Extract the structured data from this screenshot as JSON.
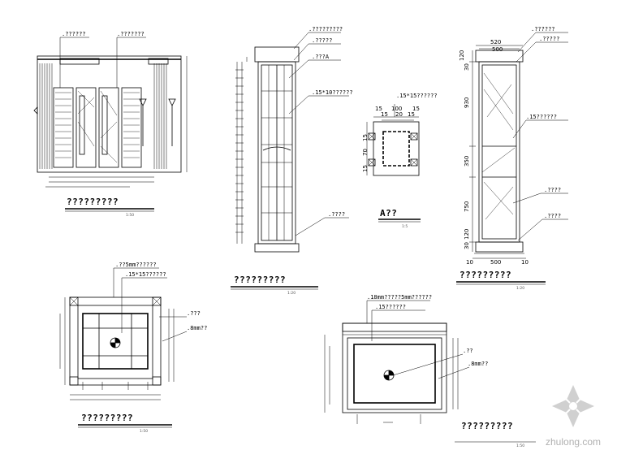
{
  "sheet": {
    "watermark": "zhulong.com"
  },
  "elev1": {
    "label_a": ".??????",
    "label_b": ".???????",
    "title": "?????????",
    "scale": "1:50"
  },
  "elev2": {
    "label_top": ".?????????",
    "label_2": ".?????",
    "label_3": ".???A",
    "label_4": ".15*10??????",
    "label_5": ".????",
    "title": "?????????",
    "scale": "1:20"
  },
  "detailA": {
    "label": ".15*15??????",
    "dims_top": [
      "15",
      "15",
      "100",
      "15",
      "20",
      "15"
    ],
    "dims_side": [
      "15",
      "70",
      "15"
    ],
    "title": "A??",
    "scale": "1:5"
  },
  "elev3": {
    "label_top": ".??????",
    "label_2": ".?????",
    "label_3": ".15??????",
    "label_4": ".????",
    "label_5": ".????",
    "dims_top": [
      "520",
      "500"
    ],
    "dims_side": [
      "120",
      "30",
      "930",
      "350",
      "750",
      "120",
      "30"
    ],
    "dims_bottom": [
      "10",
      "500",
      "10"
    ],
    "title": "?????????",
    "scale": "1:20"
  },
  "plan1": {
    "label_1": ".??5mm??????",
    "label_2": ".15*15??????",
    "label_3": ".???",
    "label_4": ".8mm??",
    "title": "?????????",
    "scale": "1:50"
  },
  "plan2": {
    "label_1": ".18mm?????5mm??????",
    "label_2": ".15??????",
    "label_3": ".??",
    "label_4": ".8mm??",
    "title": "?????????",
    "scale": "1:50"
  }
}
